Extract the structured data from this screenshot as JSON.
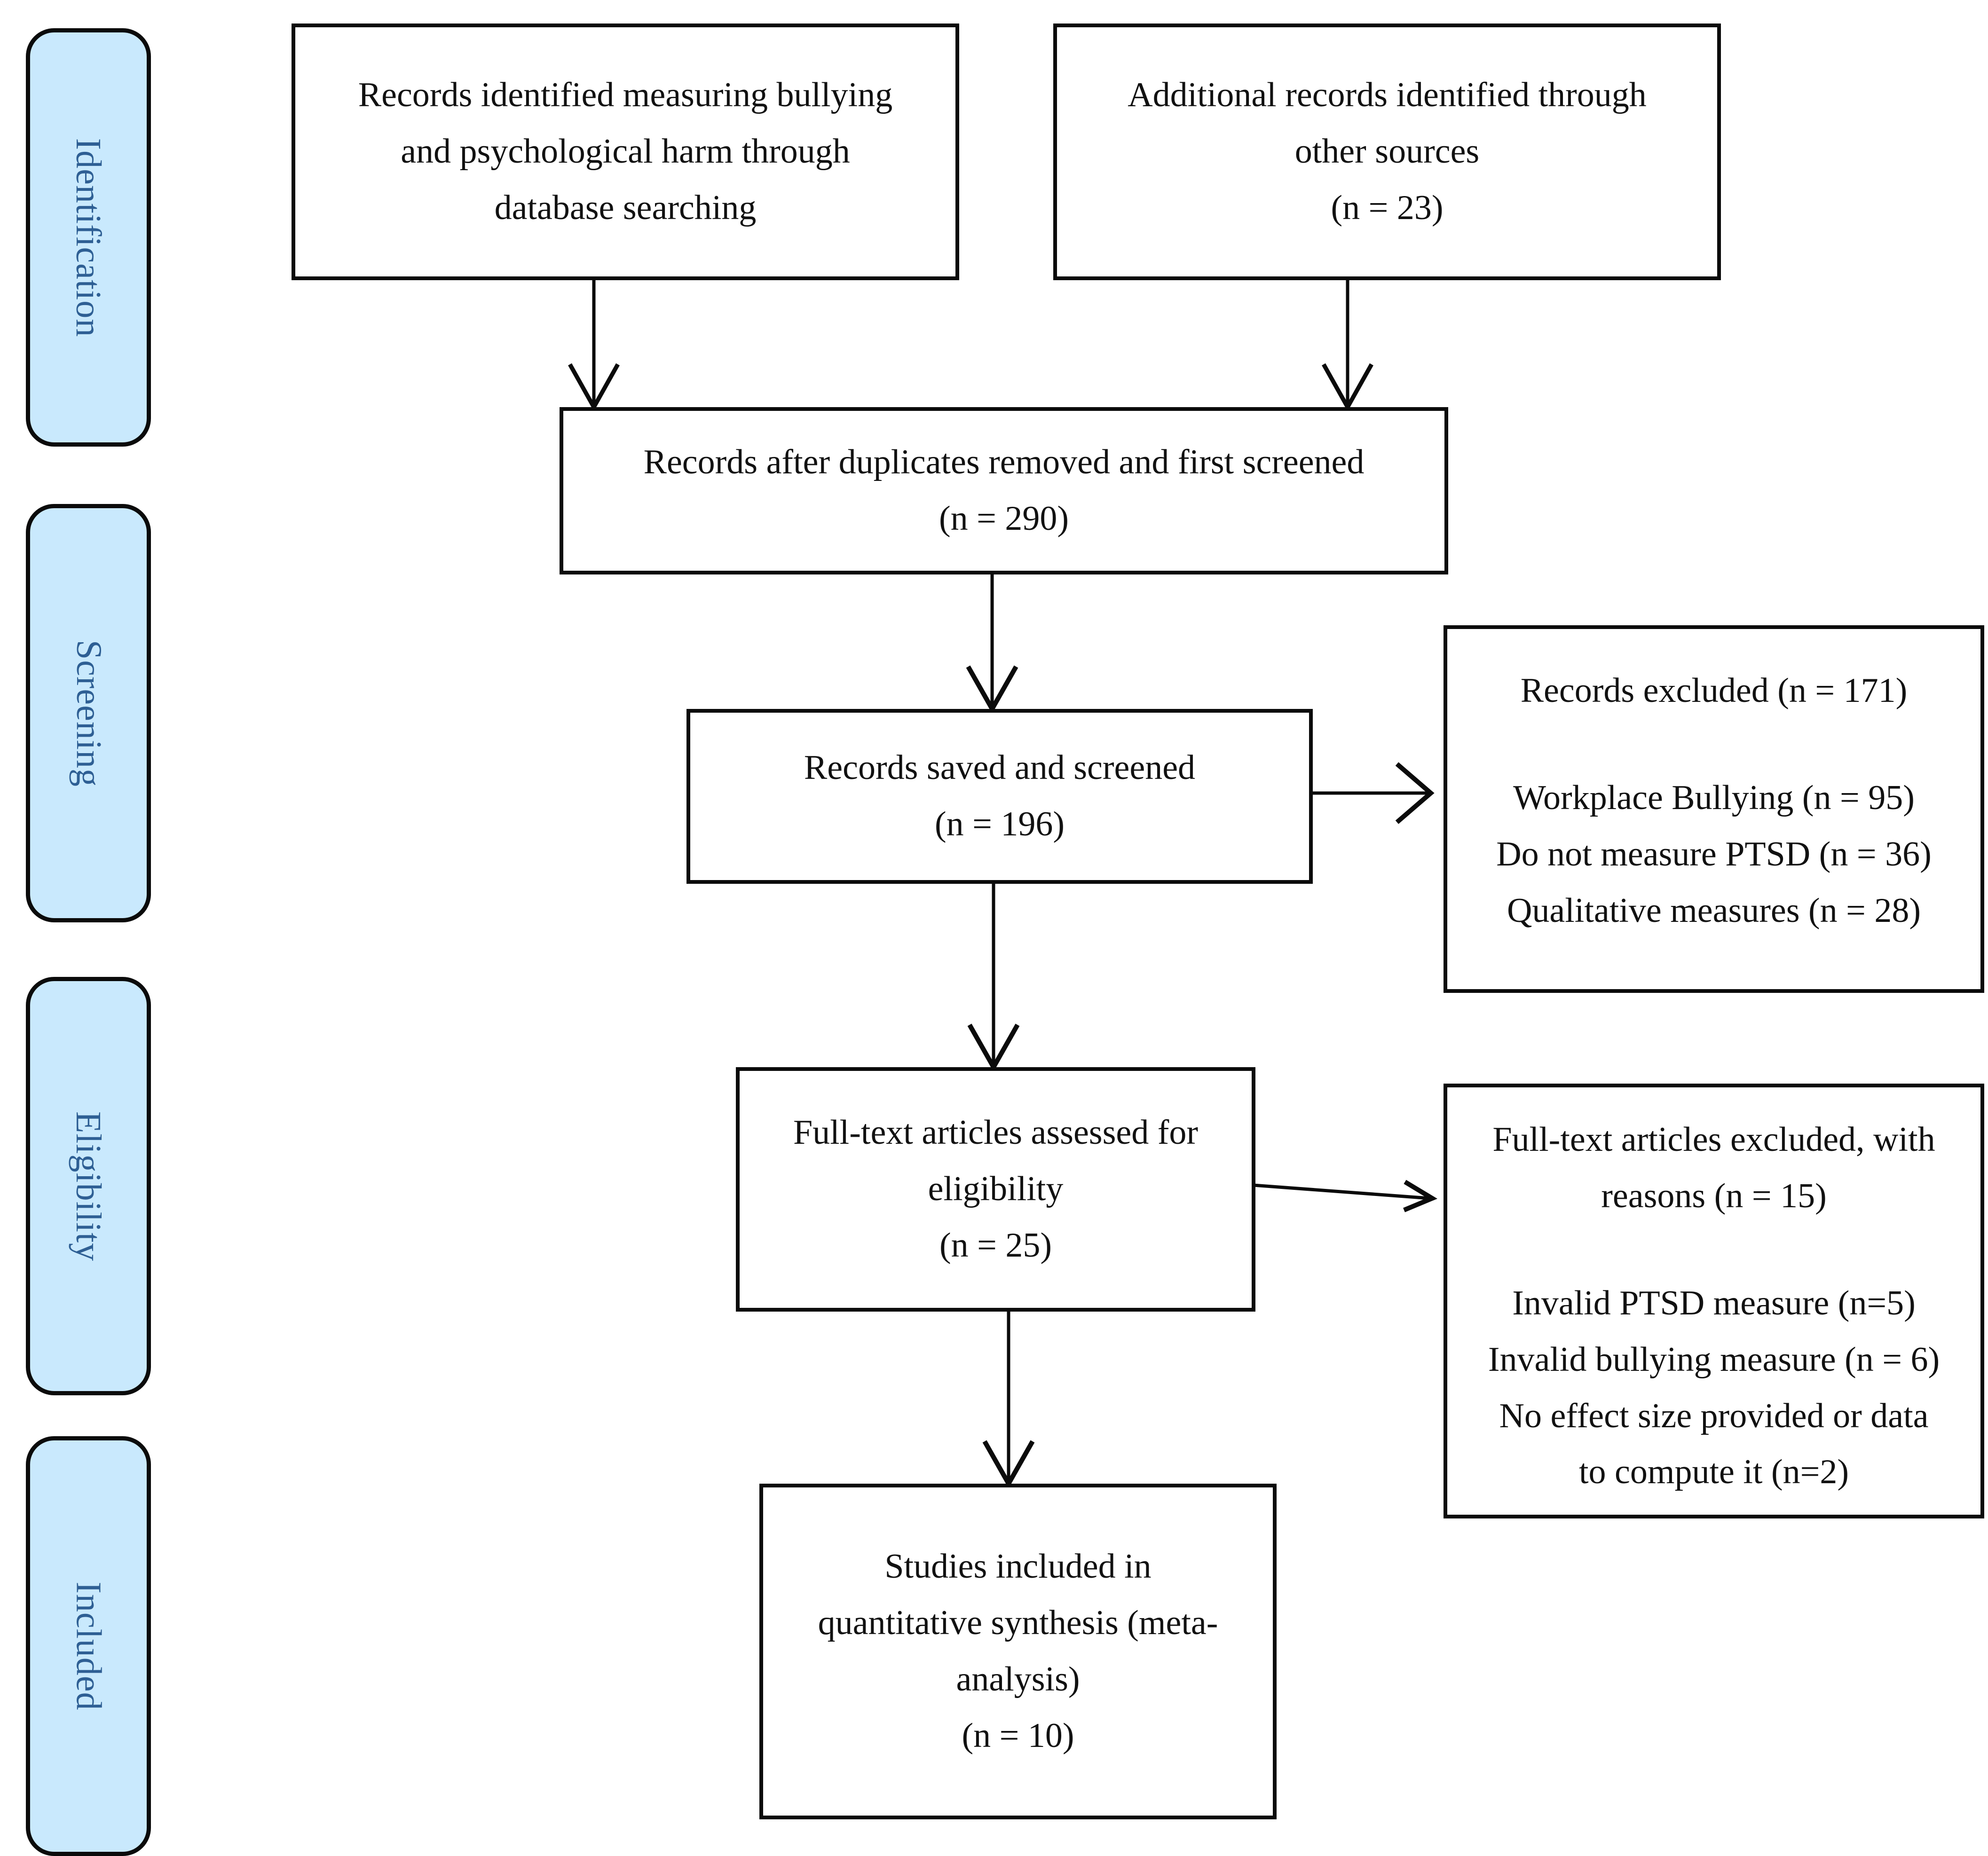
{
  "diagram": {
    "title": "PRISMA flow diagram",
    "palette": {
      "stage_fill": "#c9e9fd",
      "stage_text": "#2e5f94",
      "box_border": "#0b0b0b",
      "box_fill": "#ffffff",
      "text": "#111111"
    }
  },
  "stages": [
    {
      "id": "identification",
      "label": "Identification"
    },
    {
      "id": "screening",
      "label": "Screening"
    },
    {
      "id": "eligibility",
      "label": "Eligibility"
    },
    {
      "id": "included",
      "label": "Included"
    }
  ],
  "boxes": {
    "database_search": {
      "lines": [
        "Records identified measuring bullying",
        "and psychological harm through",
        "database searching"
      ]
    },
    "other_sources": {
      "lines": [
        "Additional records identified through",
        "other sources",
        "(n = 23)"
      ]
    },
    "duplicates_removed": {
      "lines": [
        "Records after duplicates removed and first screened",
        "(n = 290)"
      ]
    },
    "records_screened": {
      "lines": [
        "Records saved and screened",
        "(n = 196)"
      ]
    },
    "records_excluded": {
      "heading": "Records excluded (n = 171)",
      "reasons": [
        "Workplace Bullying (n = 95)",
        "Do not measure PTSD (n = 36)",
        "Qualitative measures (n = 28)"
      ]
    },
    "fulltext_assessed": {
      "lines": [
        "Full-text articles assessed for",
        "eligibility",
        "(n = 25)"
      ]
    },
    "fulltext_excluded": {
      "heading_lines": [
        "Full-text articles excluded, with",
        "reasons (n = 15)"
      ],
      "reasons": [
        "Invalid PTSD measure (n=5)",
        "Invalid bullying measure (n = 6)",
        "No effect size provided or data",
        "to compute it (n=2)"
      ]
    },
    "studies_included": {
      "lines": [
        "Studies included in",
        "quantitative synthesis (meta-",
        "analysis)",
        "(n = 10)"
      ]
    }
  }
}
